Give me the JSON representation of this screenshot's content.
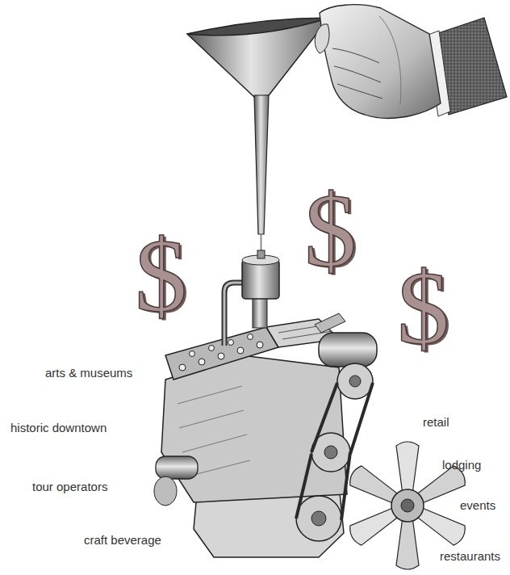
{
  "diagram": {
    "labels": [
      "$",
      "$",
      "$",
      "arts & museums",
      "historic downtown",
      "tour operators",
      "craft beverage",
      "retail",
      "lodging",
      "events",
      "restaurants"
    ]
  }
}
